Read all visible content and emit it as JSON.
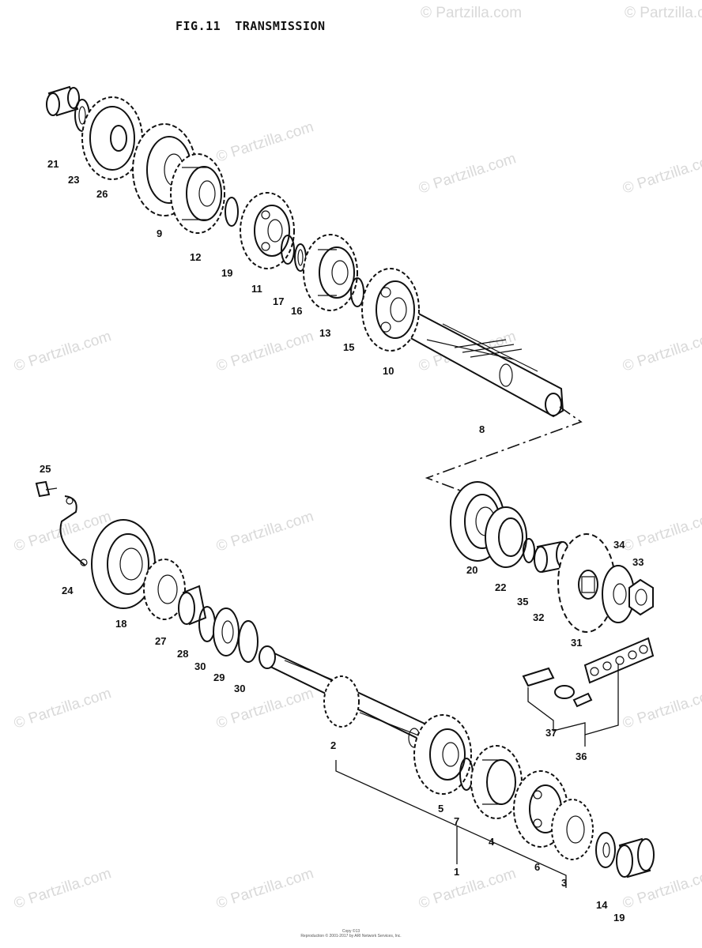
{
  "figure": {
    "number": "FIG.11",
    "title": "TRANSMISSION"
  },
  "watermark": "© Partzilla.com",
  "footer": {
    "line1": "Copy ©13",
    "line2": "Reproduction © 2001-2017 by ARI Network Services, Inc."
  },
  "callouts": {
    "p21": "21",
    "p23": "23",
    "p26": "26",
    "p9": "9",
    "p12": "12",
    "p19a": "19",
    "p11": "11",
    "p17": "17",
    "p16": "16",
    "p13": "13",
    "p15": "15",
    "p10": "10",
    "p8": "8",
    "p25": "25",
    "p24": "24",
    "p18": "18",
    "p27": "27",
    "p28": "28",
    "p30a": "30",
    "p29": "29",
    "p30b": "30",
    "p20": "20",
    "p22": "22",
    "p35": "35",
    "p32": "32",
    "p31": "31",
    "p34": "34",
    "p33": "33",
    "p37": "37",
    "p36": "36",
    "p2": "2",
    "p5": "5",
    "p7": "7",
    "p4": "4",
    "p6": "6",
    "p3": "3",
    "p1": "1",
    "p14": "14",
    "p19b": "19"
  }
}
